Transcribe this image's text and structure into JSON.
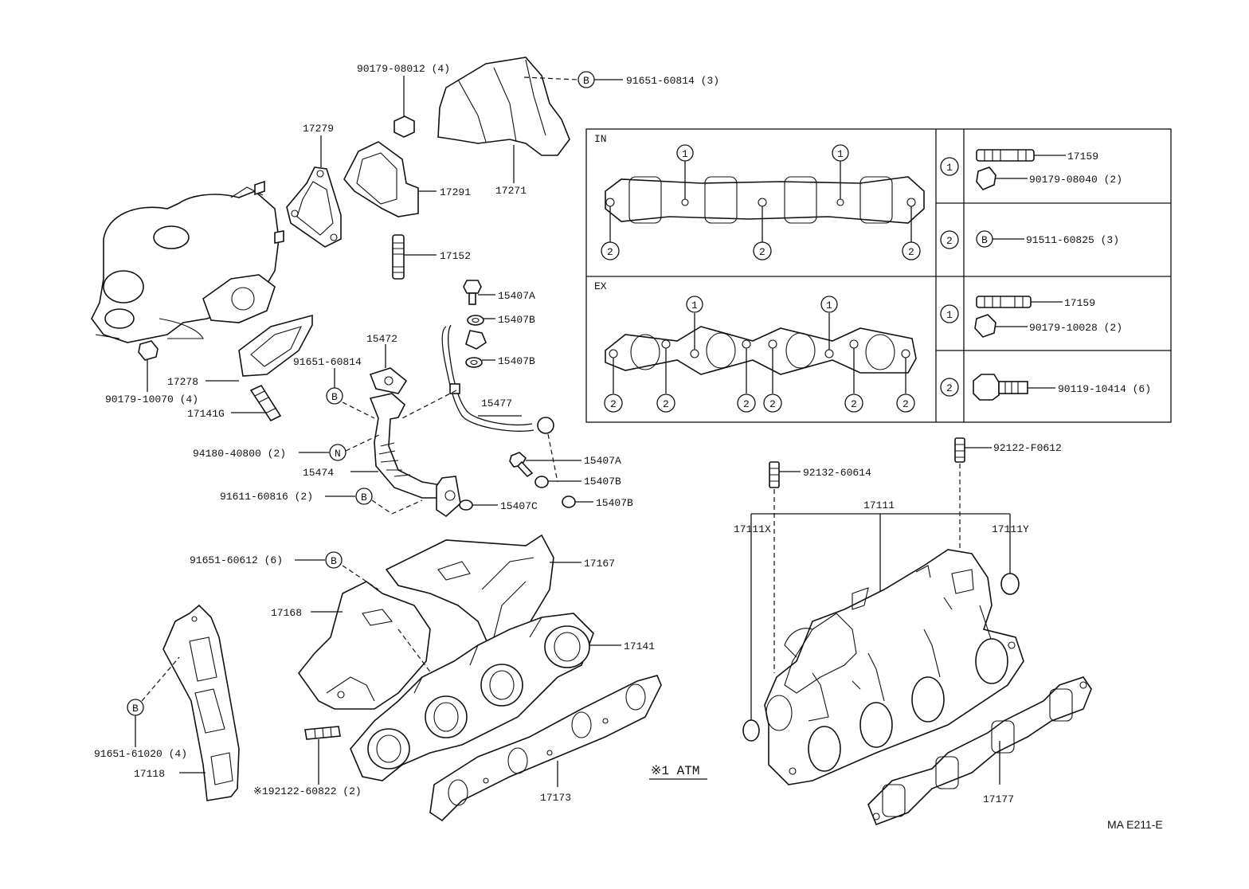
{
  "part_labels": {
    "p90179_08012": "90179-08012 (4)",
    "p91651_60814_3": "91651-60814 (3)",
    "p17279": "17279",
    "p17291": "17291",
    "p17271": "17271",
    "p17152": "17152",
    "p15407A_top": "15407A",
    "p15407B_1": "15407B",
    "p15472": "15472",
    "p15407B_2": "15407B",
    "p91651_60814": "91651-60814",
    "p17278": "17278",
    "p90179_10070": "90179-10070 (4)",
    "p17141G": "17141G",
    "p15477": "15477",
    "p94180_40800": "94180-40800 (2)",
    "p15474": "15474",
    "p15407A_mid": "15407A",
    "p15407B_3": "15407B",
    "p91611_60816": "91611-60816 (2)",
    "p15407C": "15407C",
    "p15407B_4": "15407B",
    "p91651_60612": "91651-60612 (6)",
    "p17167": "17167",
    "p17168": "17168",
    "p17141": "17141",
    "p91651_61020": "91651-61020 (4)",
    "p17118": "17118",
    "p192122_60822": "※192122-60822 (2)",
    "p17173": "17173",
    "p92122_F0612": "92122-F0612",
    "p92132_60614": "92132-60614",
    "p17111": "17111",
    "p17111X": "17111X",
    "p17111Y": "17111Y",
    "p17177": "17177"
  },
  "markers": {
    "B": "B",
    "N": "N",
    "one": "1",
    "two": "2"
  },
  "legend": {
    "in_label": "IN",
    "ex_label": "EX",
    "in_row1_stud": "17159",
    "in_row1_nut": "90179-08040 (2)",
    "in_row2_bolt": "91511-60825 (3)",
    "ex_row1_stud": "17159",
    "ex_row1_nut": "90179-10028 (2)",
    "ex_row2_bolt": "90119-10414 (6)"
  },
  "note": {
    "atm": "※1 ATM"
  },
  "reference": "MA E211-E"
}
